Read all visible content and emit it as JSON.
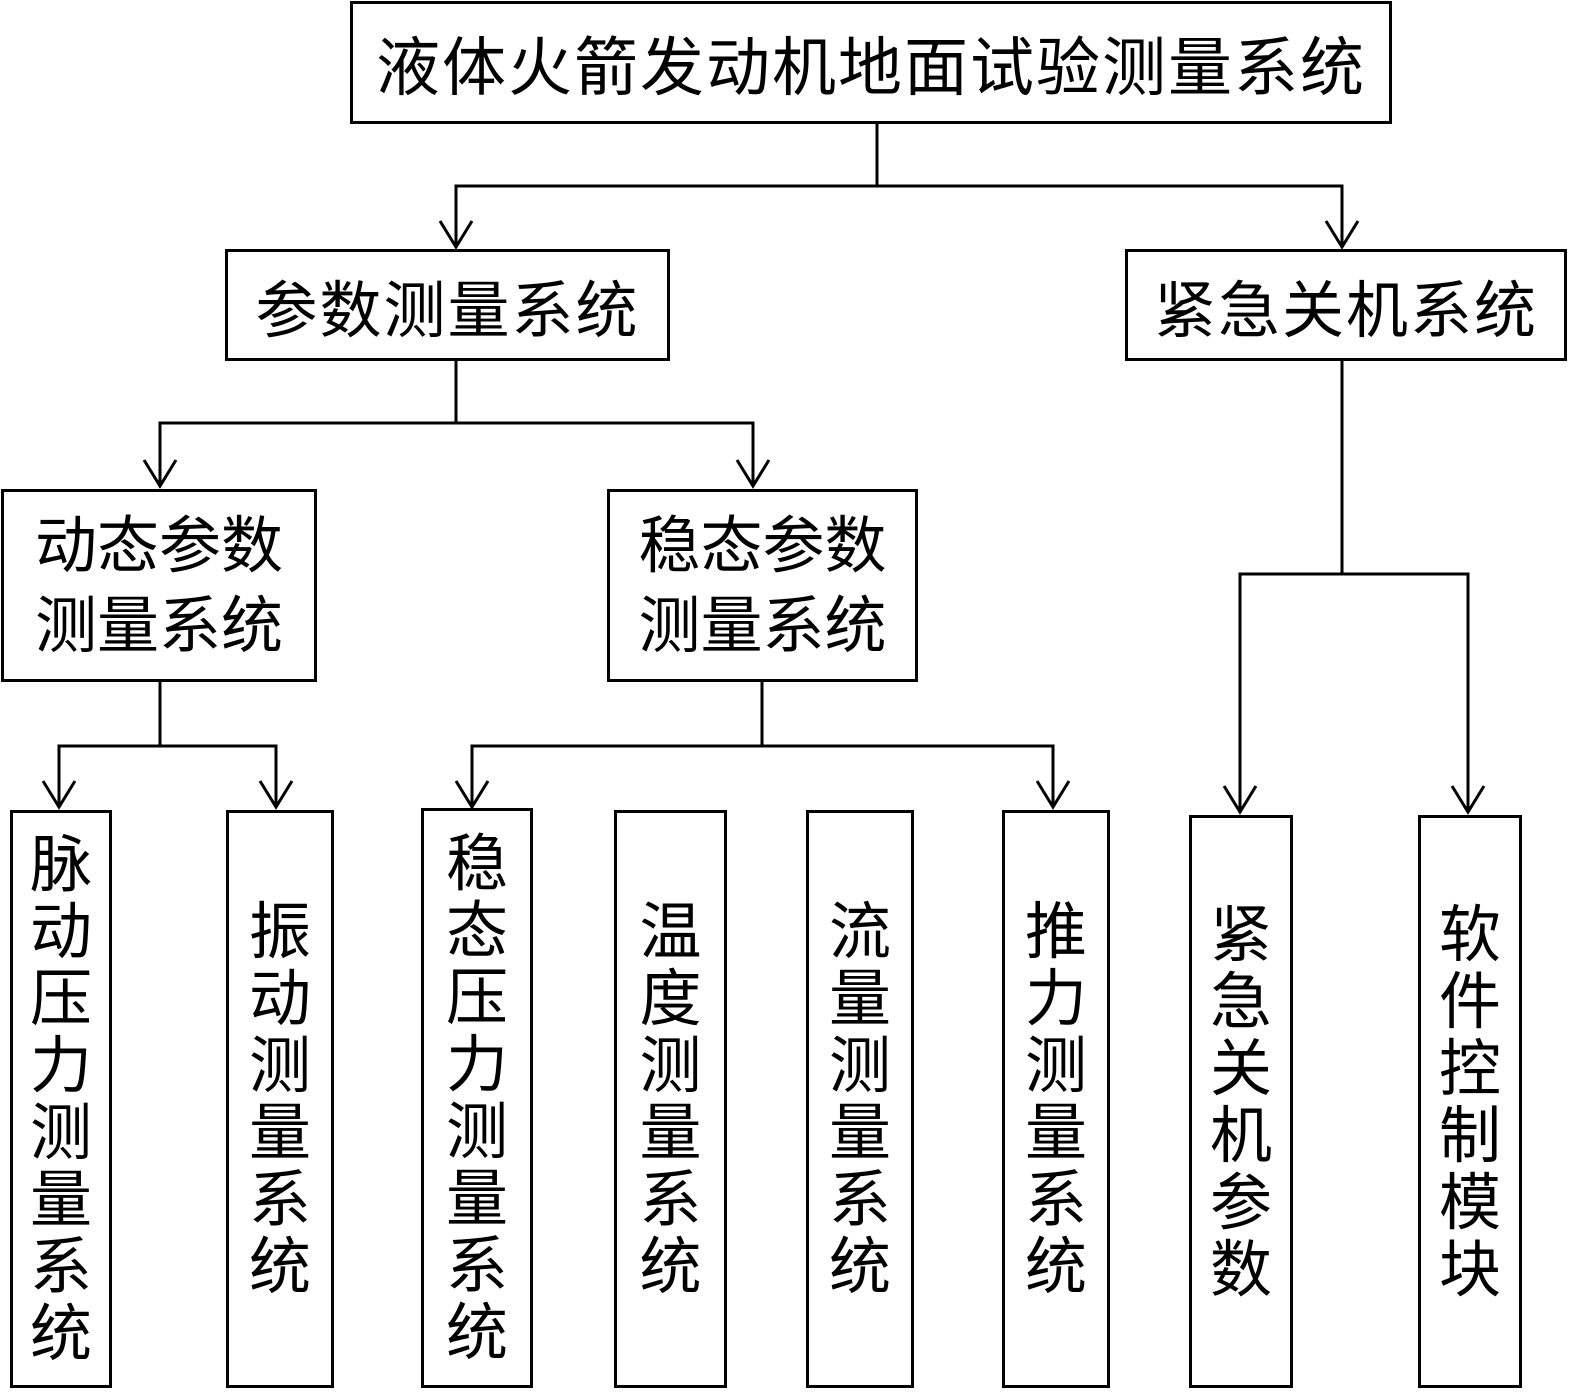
{
  "diagram": {
    "root": {
      "label": "液体火箭发动机地面试验测量系统"
    },
    "param": {
      "label": "参数测量系统"
    },
    "emergency": {
      "label": "紧急关机系统"
    },
    "dynamic": {
      "label": "动态参数测量系统"
    },
    "steady": {
      "label": "稳态参数测量系统"
    },
    "leaves": {
      "pulse_pressure": "脉动压力测量系统",
      "vibration": "振动测量系统",
      "steady_pressure": "稳态压力测量系统",
      "temperature": "温度测量系统",
      "flow": "流量测量系统",
      "thrust": "推力测量系统",
      "shutdown_params": "紧急关机参数",
      "software_control": "软件控制模块"
    }
  }
}
